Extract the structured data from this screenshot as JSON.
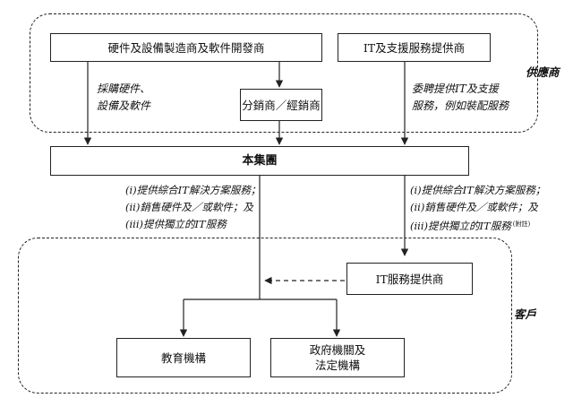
{
  "regions": {
    "suppliers": "供應商",
    "customers": "客戶"
  },
  "nodes": {
    "hardware_supplier": "硬件及設備製造商及軟件開發商",
    "it_support_supplier": "IT及支援服務提供商",
    "distributor": "分銷商／經銷商",
    "group": "本集團",
    "it_service_provider": "IT服務提供商",
    "education": "教育機構",
    "government_line1": "政府機關及",
    "government_line2": "法定機構"
  },
  "labels": {
    "procure_line1": "採購硬件、",
    "procure_line2": "設備及軟件",
    "outsource_line1": "委聘提供IT及支援",
    "outsource_line2": "服務，例如裝配服務",
    "left_services": [
      "(i)提供綜合IT解決方案服務；",
      "(ii)銷售硬件及／或軟件；及",
      "(iii)提供獨立的IT服務"
    ],
    "right_services": [
      "(i)提供綜合IT解決方案服務；",
      "(ii)銷售硬件及／或軟件；及",
      "(iii)提供獨立的IT服務"
    ],
    "note_mark": "(附註)"
  }
}
